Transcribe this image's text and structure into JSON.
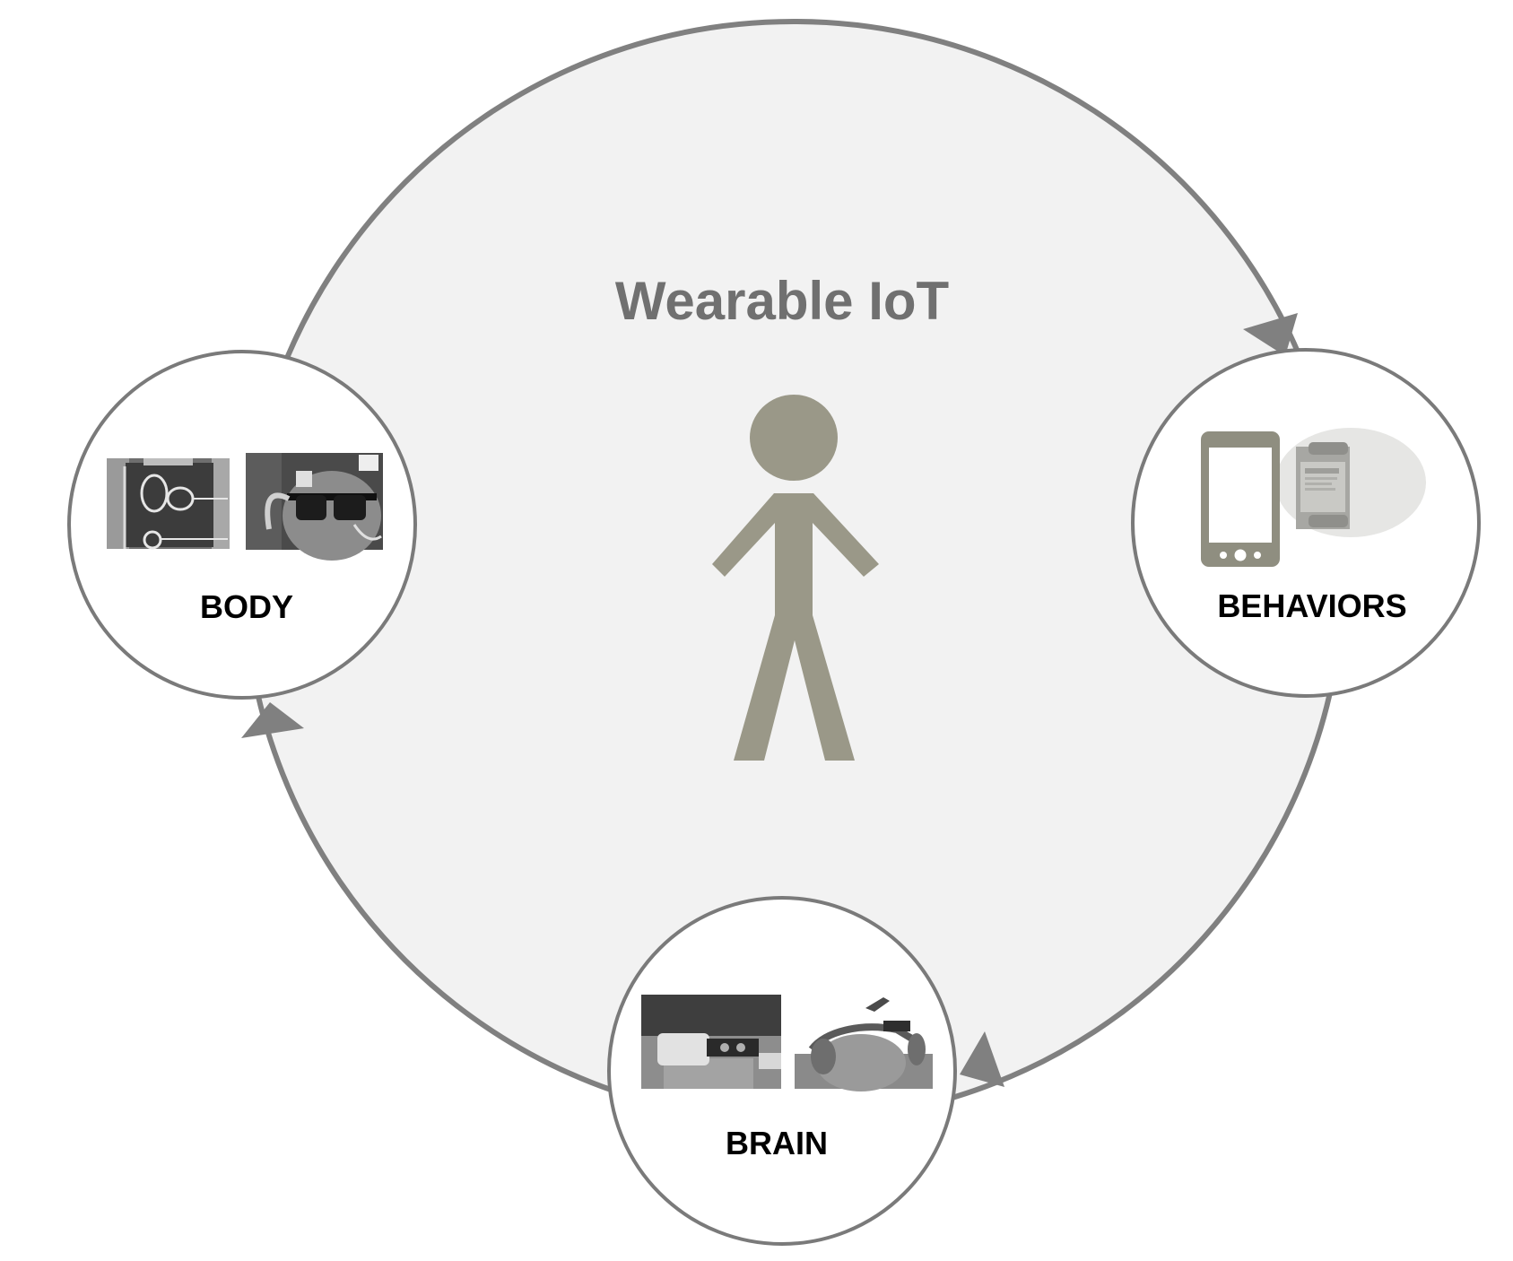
{
  "diagram": {
    "title": "Wearable IoT",
    "nodes": [
      {
        "id": "body",
        "label": "BODY",
        "photos": [
          "chest-sensor-photo",
          "glasses-sensor-photo"
        ]
      },
      {
        "id": "behaviors",
        "label": "BEHAVIORS",
        "photos": [
          "smartphone-icon",
          "smartwatch-photo"
        ]
      },
      {
        "id": "brain",
        "label": "BRAIN",
        "photos": [
          "forehead-eeg-photo",
          "headband-eeg-photo"
        ]
      }
    ],
    "cycle": [
      "body",
      "behaviors",
      "brain",
      "body"
    ],
    "center_icon": "person-icon",
    "colors": {
      "main_circle_fill": "#f2f2f2",
      "ring": "#808080",
      "figure": "#9a9888",
      "node_border": "#7a7a7a"
    }
  }
}
